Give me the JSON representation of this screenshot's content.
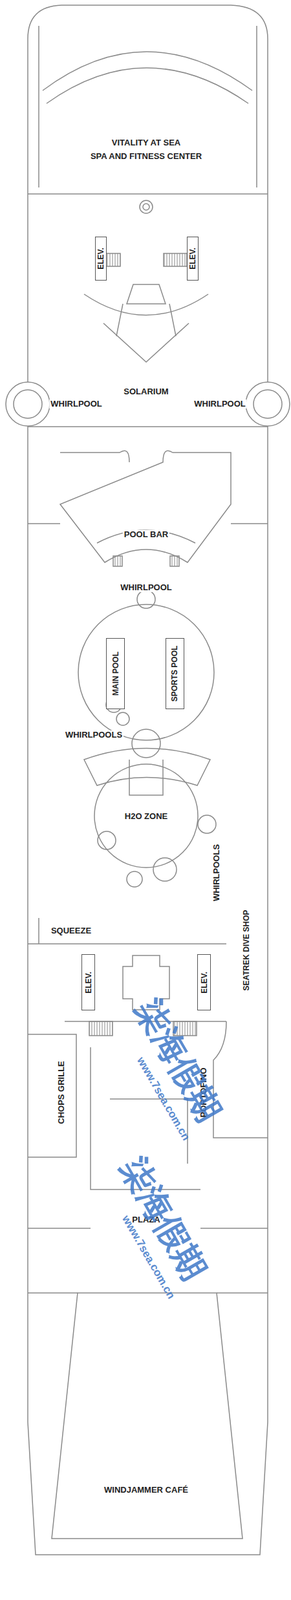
{
  "diagram": {
    "nodes": [
      {
        "text": [
          "ELEV."
        ]
      },
      {
        "text": [
          "ELEV."
        ]
      },
      {
        "text": [
          "MAIN POOL"
        ]
      },
      {
        "text": [
          "SPORTS POOL"
        ]
      },
      {
        "text": [
          "ELEV."
        ]
      },
      {
        "text": [
          "ELEV."
        ]
      }
    ],
    "labels": [
      "VITALITY AT SEA",
      "SPA AND FITNESS CENTER",
      "SOLARIUM",
      "WHIRLPOOL",
      "WHIRLPOOL",
      "POOL BAR",
      "WHIRLPOOL",
      "WHIRLPOOLS",
      "H2O ZONE",
      "WHIRLPOOLS",
      "SQUEEZE",
      "SEATREK DIVE SHOP",
      "CHOPS GRILLE",
      "PORTOFINO",
      "PLAZA",
      "WINDJAMMER CAFÉ",
      "柒海假期",
      "www.7sea.com.cn",
      "柒海假期",
      "www.7sea.com.cn"
    ]
  }
}
